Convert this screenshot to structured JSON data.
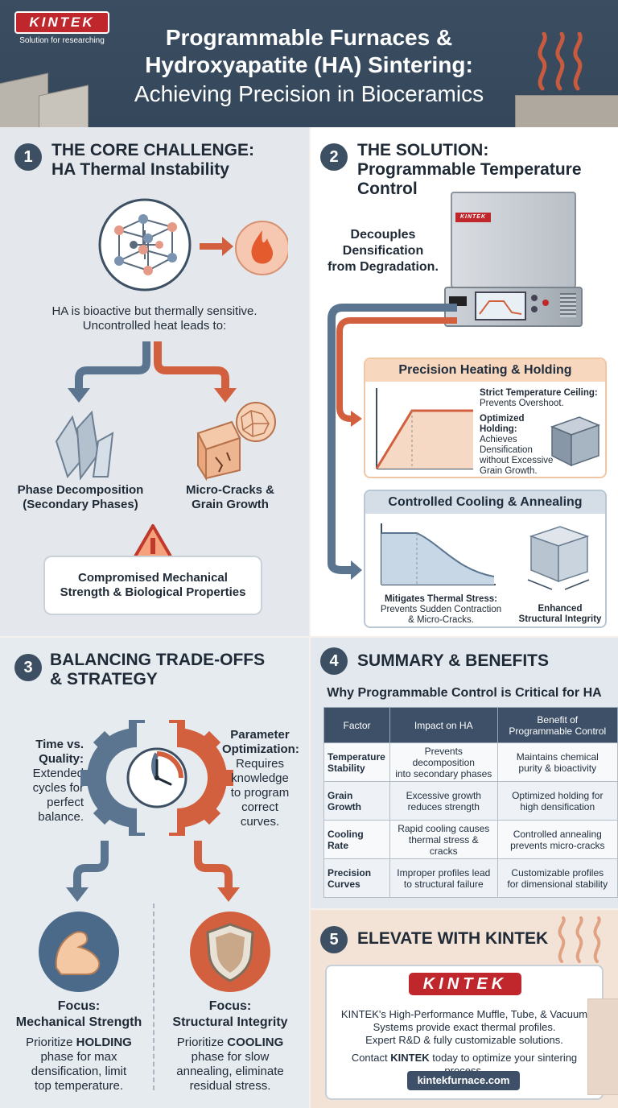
{
  "header": {
    "logo": "KINTEK",
    "logo_tagline": "Solution for researching",
    "title_line1": "Programmable Furnaces &",
    "title_line2": "Hydroxyapatite (HA) Sintering:",
    "title_line3": "Achieving Precision in Bioceramics"
  },
  "s1": {
    "num": "1",
    "title1": "THE CORE CHALLENGE:",
    "title2": "HA Thermal Instability",
    "intro1": "HA is bioactive but thermally sensitive.",
    "intro2": "Uncontrolled heat leads to:",
    "left1": "Phase Decomposition",
    "left2": "(Secondary Phases)",
    "right1": "Micro-Cracks &",
    "right2": "Grain Growth",
    "result1": "Compromised Mechanical",
    "result2": "Strength & Biological Properties"
  },
  "s2": {
    "num": "2",
    "title1": "THE SOLUTION:",
    "title2": "Programmable Temperature",
    "title3": "Control",
    "tag1": "Decouples",
    "tag2": "Densification",
    "tag3": "from Degradation.",
    "furnace_logo": "KINTEK",
    "heat_title": "Precision Heating & Holding",
    "heat_n1a": "Strict Temperature Ceiling:",
    "heat_n1b": "Prevents Overshoot.",
    "heat_n2a": "Optimized",
    "heat_n2b": "Holding:",
    "heat_n2c": "Achieves",
    "heat_n2d": "Densification",
    "heat_n2e": "without Excessive",
    "heat_n2f": "Grain Growth.",
    "cool_title": "Controlled Cooling & Annealing",
    "cool_n1a": "Mitigates Thermal Stress:",
    "cool_n1b": "Prevents Sudden Contraction",
    "cool_n1c": "& Micro-Cracks.",
    "cool_n2a": "Enhanced",
    "cool_n2b": "Structural Integrity"
  },
  "s3": {
    "num": "3",
    "title1": "BALANCING TRADE-OFFS",
    "title2": "& STRATEGY",
    "left_a": "Time vs.",
    "left_b": "Quality:",
    "left_c": "Extended",
    "left_d": "cycles for",
    "left_e": "perfect",
    "left_f": "balance.",
    "right_a": "Parameter",
    "right_b": "Optimization:",
    "right_c": "Requires",
    "right_d": "knowledge",
    "right_e": "to program",
    "right_f": "correct",
    "right_g": "curves.",
    "f1_a": "Focus:",
    "f1_b": "Mechanical Strength",
    "f1_c1": "Prioritize ",
    "f1_c2": "HOLDING",
    "f1_d": "phase for max",
    "f1_e": "densification, limit",
    "f1_f": "top temperature.",
    "f2_a": "Focus:",
    "f2_b": "Structural Integrity",
    "f2_c1": "Prioritize ",
    "f2_c2": "COOLING",
    "f2_d": "phase for slow",
    "f2_e": "annealing, eliminate",
    "f2_f": "residual stress."
  },
  "s4": {
    "num": "4",
    "title": "SUMMARY & BENEFITS",
    "subtitle": "Why Programmable Control is Critical for HA",
    "col1": "Factor",
    "col2": "Impact on HA",
    "col3a": "Benefit of",
    "col3b": "Programmable Control",
    "rows": [
      {
        "f1": "Temperature",
        "f2": "Stability",
        "i1": "Prevents decomposition",
        "i2": "into secondary phases",
        "b1": "Maintains chemical",
        "b2": "purity & bioactivity"
      },
      {
        "f1": "Grain",
        "f2": "Growth",
        "i1": "Excessive growth",
        "i2": "reduces strength",
        "b1": "Optimized holding for",
        "b2": "high densification"
      },
      {
        "f1": "Cooling",
        "f2": "Rate",
        "i1": "Rapid cooling causes",
        "i2": "thermal stress & cracks",
        "b1": "Controlled annealing",
        "b2": "prevents micro-cracks"
      },
      {
        "f1": "Precision",
        "f2": "Curves",
        "i1": "Improper profiles lead",
        "i2": "to structural failure",
        "b1": "Customizable profiles",
        "b2": "for dimensional stability"
      }
    ]
  },
  "s5": {
    "num": "5",
    "title": "ELEVATE WITH KINTEK",
    "logo": "KINTEK",
    "l1": "KINTEK's High-Performance Muffle, Tube, & Vacuum",
    "l2": "Systems provide exact thermal profiles.",
    "l3": "Expert R&D & fully customizable solutions.",
    "l4a": "Contact ",
    "l4b": "KINTEK",
    "l4c": " today to optimize your sintering process.",
    "url": "kintekfurnace.com"
  }
}
